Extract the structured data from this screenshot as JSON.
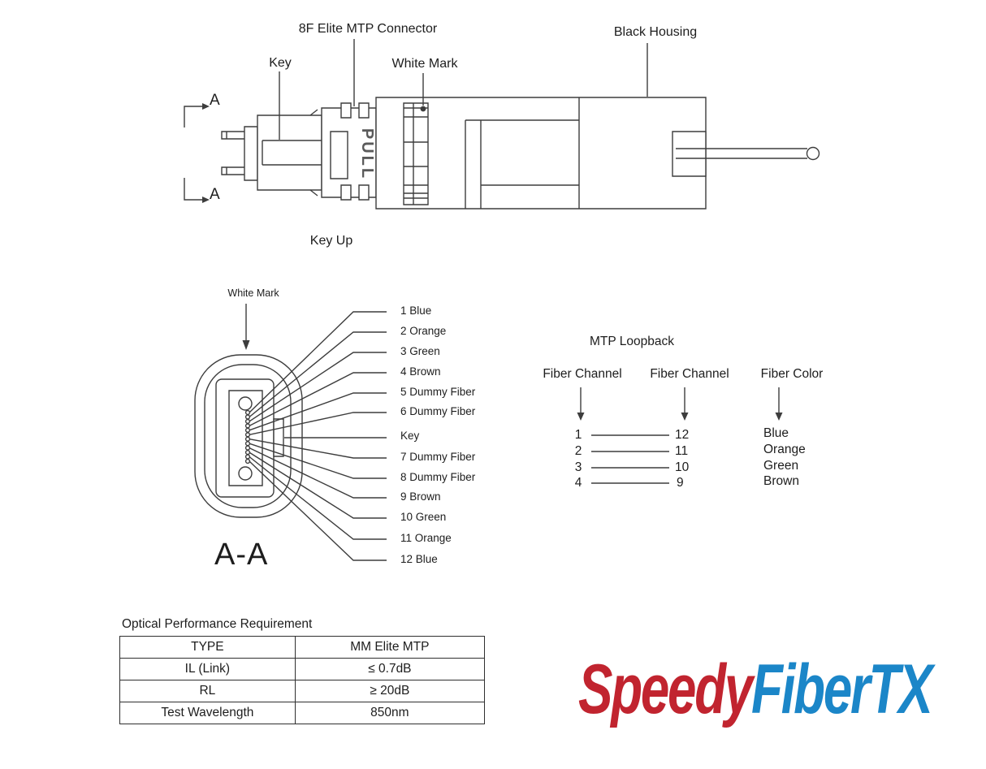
{
  "side_view": {
    "labels": {
      "connector": "8F Elite MTP Connector",
      "key": "Key",
      "white_mark": "White Mark",
      "black_housing": "Black Housing",
      "section_top": "A",
      "section_bottom": "A",
      "key_up": "Key Up",
      "pull": "PULL"
    }
  },
  "section_view": {
    "title": "A-A",
    "white_mark": "White Mark",
    "fiber_labels": [
      "1 Blue",
      "2 Orange",
      "3 Green",
      "4 Brown",
      "5 Dummy Fiber",
      "6 Dummy Fiber",
      "Key",
      "7 Dummy Fiber",
      "8 Dummy Fiber",
      "9 Brown",
      "10 Green",
      "11 Orange",
      "12 Blue"
    ]
  },
  "loopback": {
    "title": "MTP Loopback",
    "headers": [
      "Fiber Channel",
      "Fiber Channel",
      "Fiber Color"
    ],
    "rows": [
      {
        "from": "1",
        "to": "12",
        "color": "Blue"
      },
      {
        "from": "2",
        "to": "11",
        "color": "Orange"
      },
      {
        "from": "3",
        "to": "10",
        "color": "Green"
      },
      {
        "from": "4",
        "to": "9",
        "color": "Brown"
      }
    ]
  },
  "performance": {
    "title": "Optical Performance Requirement",
    "rows": [
      {
        "param": "TYPE",
        "value": "MM Elite MTP"
      },
      {
        "param": "IL (Link)",
        "value": "≤ 0.7dB"
      },
      {
        "param": "RL",
        "value": "≥ 20dB"
      },
      {
        "param": "Test Wavelength",
        "value": "850nm"
      }
    ]
  },
  "logo": {
    "first": "Speedy",
    "second": "FiberTX",
    "first_color": "#c1242f",
    "second_color": "#1b86c8"
  },
  "colors": {
    "line": "#3d3d3d",
    "background": "#ffffff"
  }
}
